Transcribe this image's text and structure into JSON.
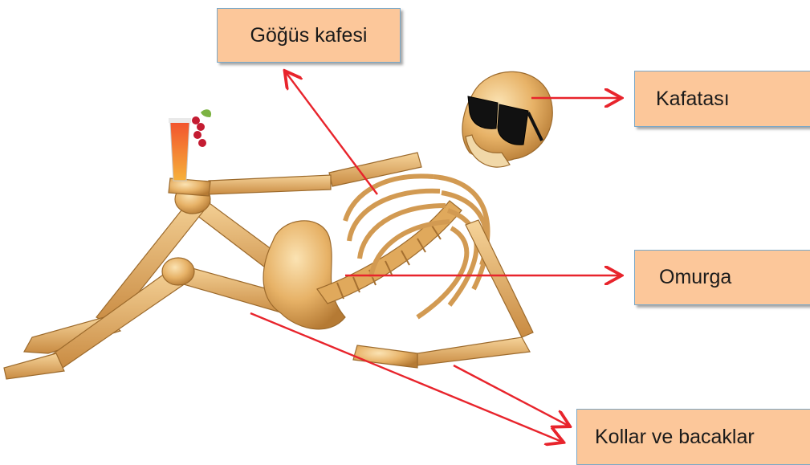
{
  "labels": {
    "gogus_kafesi": "Göğüs kafesi",
    "kafatasi": "Kafatası",
    "omurga": "Omurga",
    "kollar_ve_bacaklar": "Kollar ve bacaklar"
  },
  "colors": {
    "label_fill": "#fcc79a",
    "label_border": "#7aa8c8",
    "arrow": "#e8242c",
    "bone": "#e7b267",
    "bone_dark": "#b57a34",
    "glasses": "#111111",
    "drink": "#e8432b"
  },
  "icons": [
    "skeleton-illustration",
    "sunglasses-icon",
    "cocktail-glass-icon"
  ]
}
